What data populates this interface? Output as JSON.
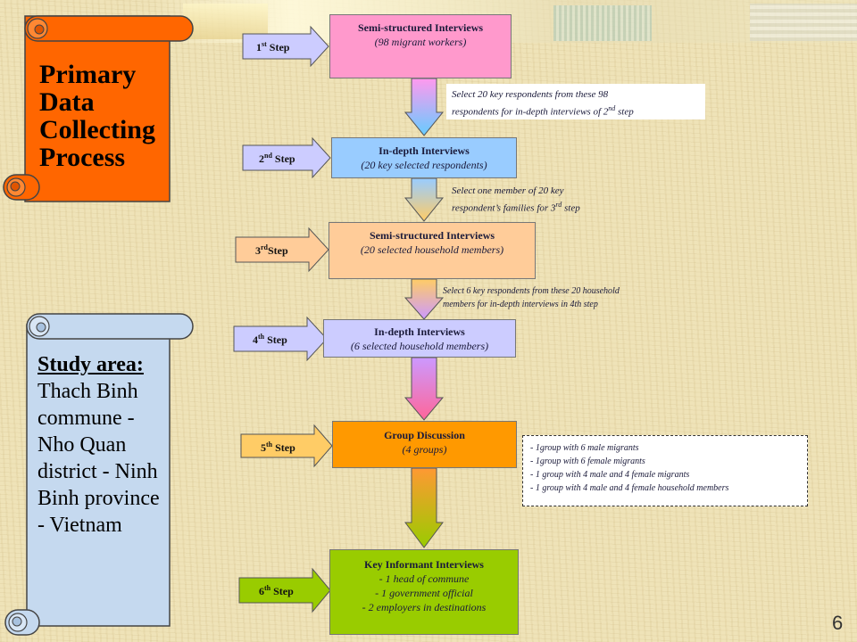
{
  "title": "Primary Data Collecting Process",
  "study_area": {
    "heading": "Study area:",
    "text": "Thach Binh commune - Nho Quan district - Ninh Binh province - Vietnam"
  },
  "steps": [
    {
      "label_main": "1",
      "label_sup": "st",
      "label_rest": " Step",
      "box_title": "Semi-structured Interviews",
      "box_sub": "(98 migrant workers)"
    },
    {
      "label_main": "2",
      "label_sup": "nd",
      "label_rest": " Step",
      "box_title": "In-depth Interviews",
      "box_sub": "(20 key selected respondents)"
    },
    {
      "label_main": "3",
      "label_sup": "rd",
      "label_rest": "Step",
      "box_title": "Semi-structured Interviews",
      "box_sub": "(20 selected household members)"
    },
    {
      "label_main": "4",
      "label_sup": "th",
      "label_rest": " Step",
      "box_title": "In-depth Interviews",
      "box_sub": "(6 selected household members)"
    },
    {
      "label_main": "5",
      "label_sup": "th",
      "label_rest": " Step",
      "box_title": "Group Discussion",
      "box_sub": "(4 groups)"
    },
    {
      "label_main": "6",
      "label_sup": "th",
      "label_rest": " Step",
      "box_title": "Key Informant Interviews",
      "box_lines": [
        "- 1 head of commune",
        "- 1 government official",
        "- 2 employers in destinations"
      ]
    }
  ],
  "notes": {
    "n1_a": "Select 20 key respondents from these 98",
    "n1_b": "respondents for in-depth interviews of 2",
    "n1_sup": "nd",
    "n1_c": " step",
    "n2_a": "Select one member of 20 key",
    "n2_b": "respondent’s families for 3",
    "n2_sup": "rd",
    "n2_c": " step",
    "n3_a": "Select 6 key respondents from these 20 household",
    "n3_b": "members for in-depth interviews in 4th step"
  },
  "group_details": [
    "- 1group with 6 male migrants",
    "- 1group with 6 female migrants",
    "- 1 group with 4 male and 4 female migrants",
    "- 1 group with 4 male and 4 female household members"
  ],
  "page_number": "6",
  "colors": {
    "title_scroll": "#ff6600",
    "study_scroll": "#c5d9ef",
    "step_arrow": "#ccccff",
    "box1": "#ff99cc",
    "box2": "#99ccff",
    "box3": "#ffcc99",
    "box4": "#ccccff",
    "box5": "#ff9900",
    "box6": "#99cc00"
  }
}
